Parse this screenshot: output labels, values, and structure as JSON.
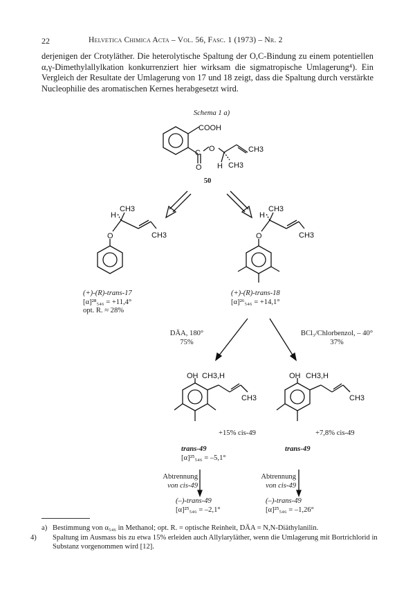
{
  "header": {
    "page_number": "22",
    "running_head": "Helvetica Chimica Acta – Vol. 56, Fasc. 1 (1973) – Nr. 2"
  },
  "body": {
    "paragraph": "derjenigen der Crotyläther. Die heterolytische Spaltung der O,C-Bindung zu einem potentiellen α,γ-Dimethylallylkation konkurrenziert hier wirksam die sigmatropische Umlagerung⁴). Ein Vergleich der Resultate der Umlagerung von 17 und 18 zeigt, dass die Spaltung durch verstärkte Nucleophilie des aromatischen Kernes herabgesetzt wird."
  },
  "scheme": {
    "title": "Schema 1 a)",
    "compound_50": {
      "number": "50",
      "atoms": {
        "cooh": "COOH",
        "c": "C",
        "o_ester": "O",
        "o_carbonyl": "O",
        "h": "H",
        "ch3_a": "CH3",
        "ch3_b": "CH3"
      }
    },
    "compound_17": {
      "atoms": {
        "h": "H",
        "ch3_a": "CH3",
        "ch3_b": "CH3",
        "o": "O"
      },
      "name": "(+)-(R)-trans-17",
      "rotation": "[α]²⁸₅₄₆ = +11,4°",
      "purity": "opt. R. ≈ 28%"
    },
    "compound_18": {
      "atoms": {
        "h": "H",
        "ch3_a": "CH3",
        "ch3_b": "CH3",
        "o": "O"
      },
      "name": "(+)-(R)-trans-18",
      "rotation": "[α]²⁶₅₄₆ = +14,1°"
    },
    "cond_left": {
      "line1": "DÄA, 180°",
      "line2": "75%"
    },
    "cond_right": {
      "line1": "BCl₃/Chlorbenzol, – 40°",
      "line2": "37%"
    },
    "product_left": {
      "atoms": {
        "oh": "OH",
        "ch3h": "CH3,H",
        "ch3": "CH3"
      },
      "cis_note": "+15% cis-49",
      "name": "trans-49",
      "rotation": "[α]²⁵₅₄₆ = –5,1°",
      "separation_1": "Abtrennung",
      "separation_2": "von cis-49",
      "final_name": "(–)-trans-49",
      "final_rotation": "[α]²⁵₅₄₆ = –2,1°"
    },
    "product_right": {
      "atoms": {
        "oh": "OH",
        "ch3h": "CH3,H",
        "ch3": "CH3"
      },
      "cis_note": "+7,8% cis-49",
      "name": "trans-49",
      "separation_1": "Abtrennung",
      "separation_2": "von cis-49",
      "final_name": "(–)-trans-49",
      "final_rotation": "[α]²⁵₅₄₆ = –1,26°"
    }
  },
  "footnotes": [
    {
      "mark": "a)",
      "text": "Bestimmung von α₅₄₆ in Methanol; opt. R. = optische Reinheit, DÄA = N,N-Diäthylanilin."
    },
    {
      "mark": "4)",
      "text": "Spaltung im Ausmass bis zu etwa 15% erleiden auch Allylaryläther, wenn die Umlagerung mit Bortrichlorid in Substanz vorgenommen wird [12]."
    }
  ]
}
